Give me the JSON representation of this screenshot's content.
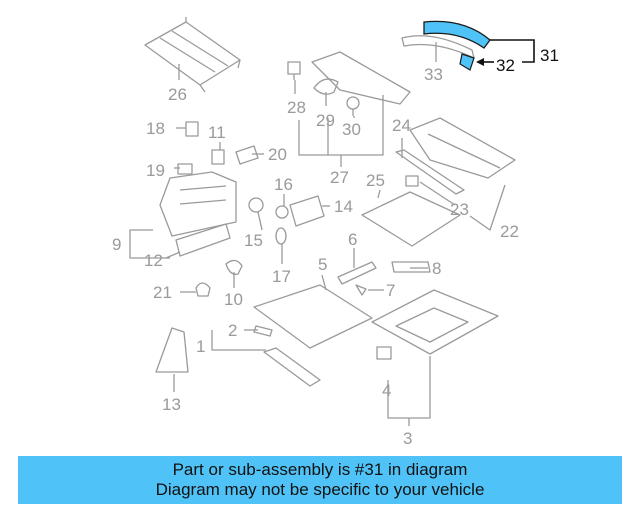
{
  "callouts": [
    "1",
    "2",
    "3",
    "4",
    "5",
    "6",
    "7",
    "8",
    "9",
    "10",
    "11",
    "12",
    "13",
    "14",
    "15",
    "16",
    "17",
    "18",
    "19",
    "20",
    "21",
    "22",
    "23",
    "24",
    "25",
    "26",
    "27",
    "28",
    "29",
    "30",
    "31",
    "32",
    "33"
  ],
  "highlighted_part": "31",
  "highlight_color": "#4fc3f7",
  "line_color": "#9a9a9a",
  "caption": {
    "line1": "Part or sub-assembly is #31 in diagram",
    "line2": "Diagram may not be specific to your vehicle"
  }
}
